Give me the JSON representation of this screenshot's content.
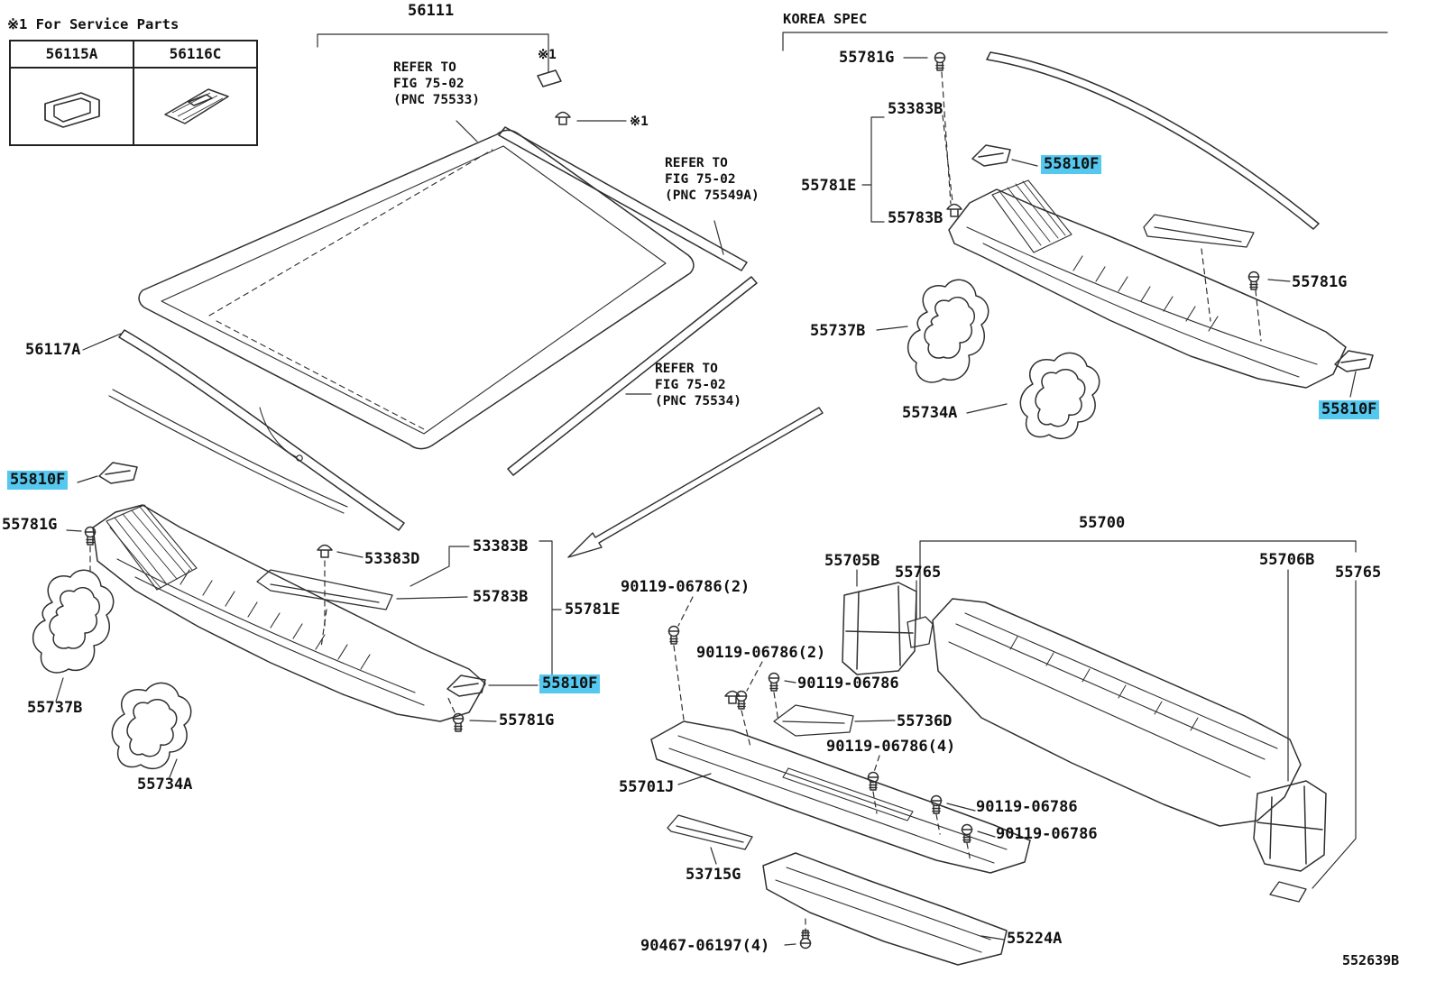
{
  "colors": {
    "highlight": "#55c8f0",
    "line": "#2f2f2f",
    "text": "#111111"
  },
  "notes": {
    "service_parts": "※1 For Service Parts",
    "korea_spec": "KOREA SPEC",
    "star1_a": "※1",
    "star1_b": "※1",
    "refer_75533": "REFER TO\nFIG 75-02\n(PNC 75533)",
    "refer_75549a": "REFER TO\nFIG 75-02\n(PNC 75549A)",
    "refer_75534": "REFER TO\nFIG 75-02\n(PNC 75534)",
    "diagram_code": "552639B"
  },
  "service_parts_table": {
    "columns": [
      "56115A",
      "56116C"
    ]
  },
  "parts": {
    "w56111": "56111",
    "w56117a": "56117A",
    "l_55810f_a": "55810F",
    "l_55781g_a": "55781G",
    "l_53383d": "53383D",
    "l_53383b": "53383B",
    "l_55783b": "55783B",
    "l_55781e": "55781E",
    "l_55810f_b": "55810F",
    "l_55781g_b": "55781G",
    "l_55737b": "55737B",
    "l_55734a": "55734A",
    "k_55781g_a": "55781G",
    "k_53383b": "53383B",
    "k_55810f_a": "55810F",
    "k_55781e": "55781E",
    "k_55783b": "55783B",
    "k_55781g_b": "55781G",
    "k_55737b": "55737B",
    "k_55734a": "55734A",
    "k_55810f_b": "55810F",
    "b_55700": "55700",
    "b_55705b": "55705B",
    "b_55765_l": "55765",
    "b_55706b": "55706B",
    "b_55765_r": "55765",
    "b_90119_2a": "90119-06786(2)",
    "b_90119_2b": "90119-06786(2)",
    "b_90119_a": "90119-06786",
    "b_55736d": "55736D",
    "b_90119_4": "90119-06786(4)",
    "b_55701j": "55701J",
    "b_90119_b": "90119-06786",
    "b_90119_c": "90119-06786",
    "b_53715g": "53715G",
    "b_55224a": "55224A",
    "b_90467": "90467-06197(4)"
  }
}
